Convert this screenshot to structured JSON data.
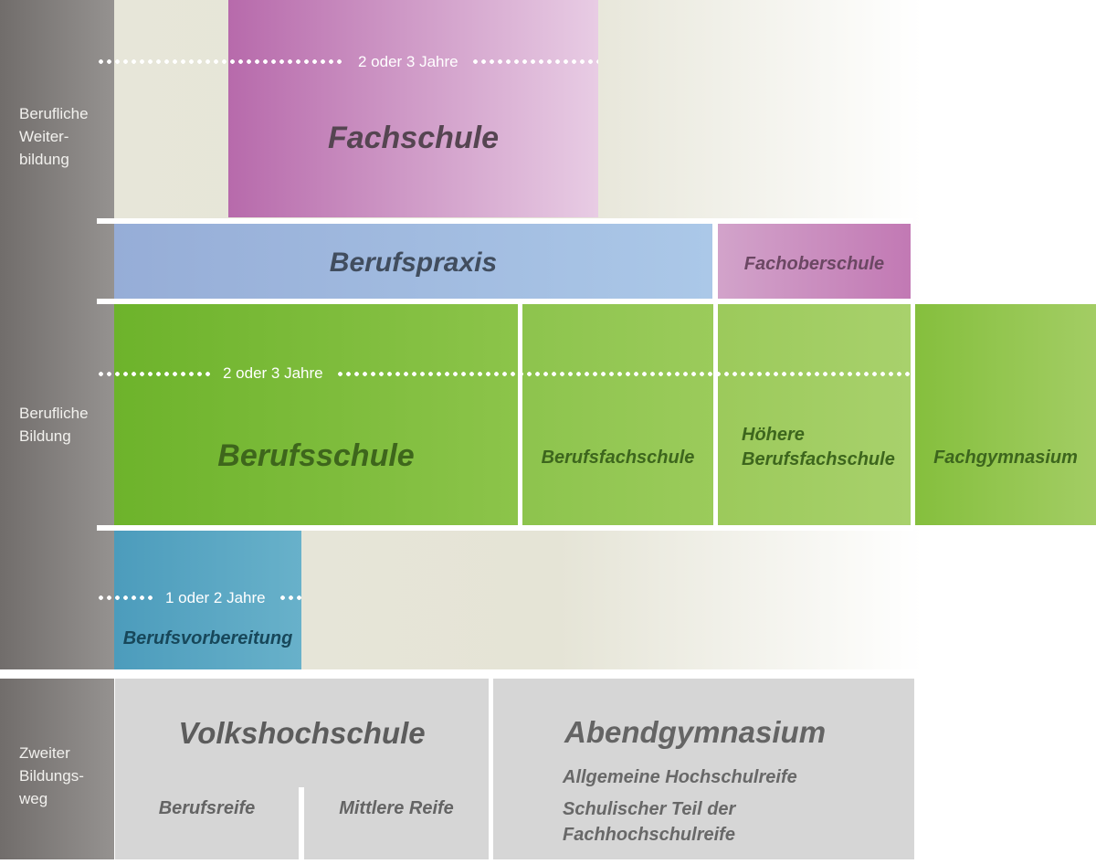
{
  "sidebar": {
    "sections": [
      {
        "label": "Berufliche\nWeiter-\nbildung"
      },
      {
        "label": "Berufliche\nBildung"
      },
      {
        "label": "Zweiter\nBildungs-\nweg"
      }
    ]
  },
  "durations": {
    "fachschule": "2 oder 3 Jahre",
    "berufsschule": "2 oder 3 Jahre",
    "berufsvorbereitung": "1 oder 2 Jahre"
  },
  "boxes": {
    "fachschule": {
      "label": "Fachschule",
      "bg": {
        "start": "#b76aab",
        "end": "#e8cce4"
      }
    },
    "berufspraxis": {
      "label": "Berufspraxis",
      "bg": {
        "start": "#96add7",
        "end": "#abc8e8"
      }
    },
    "fachoberschule": {
      "label": "Fachoberschule",
      "bg": {
        "start": "#d2a3ca",
        "end": "#c279b4"
      }
    },
    "berufsschule": {
      "label": "Berufsschule",
      "bg": {
        "start": "#6db32b",
        "end": "#8cc44a"
      }
    },
    "berufsfachschule": {
      "label": "Berufsfachschule",
      "bg": {
        "start": "#8dc44d",
        "end": "#9bcb5b"
      }
    },
    "hoehere_berufsfachschule": {
      "label": "Höhere\nBerufsfachschule",
      "bg": {
        "start": "#9cca5b",
        "end": "#a8d16c"
      }
    },
    "fachgymnasium": {
      "label": "Fachgymnasium",
      "bg": {
        "start": "#85bf3d",
        "end": "#a3cd64"
      }
    },
    "berufsvorbereitung": {
      "label": "Berufsvorbereitung",
      "bg": {
        "start": "#4c9cbc",
        "end": "#68b1ca"
      }
    }
  },
  "second_path": {
    "volkshochschule": {
      "title": "Volkshochschule",
      "items": [
        "Berufsreife",
        "Mittlere Reife"
      ],
      "bg": {
        "start": "#d6d6d6",
        "end": "#d6d6d6"
      }
    },
    "abendgymnasium": {
      "title": "Abendgymnasium",
      "items": [
        "Allgemeine Hochschulreife",
        "Schulischer Teil der\nFachhochschulreife"
      ],
      "bg": {
        "start": "#d6d6d6",
        "end": "#d6d6d6"
      }
    }
  },
  "colors": {
    "sidebar": {
      "start": "#716d6b",
      "end": "#959290"
    },
    "background_column": {
      "start": "#e7e6d9",
      "mid": "#e5e4d6",
      "end": "#ffffff"
    },
    "separator": "#ffffff",
    "dotted_line": "#ffffff",
    "duration_text": "#ffffff"
  }
}
